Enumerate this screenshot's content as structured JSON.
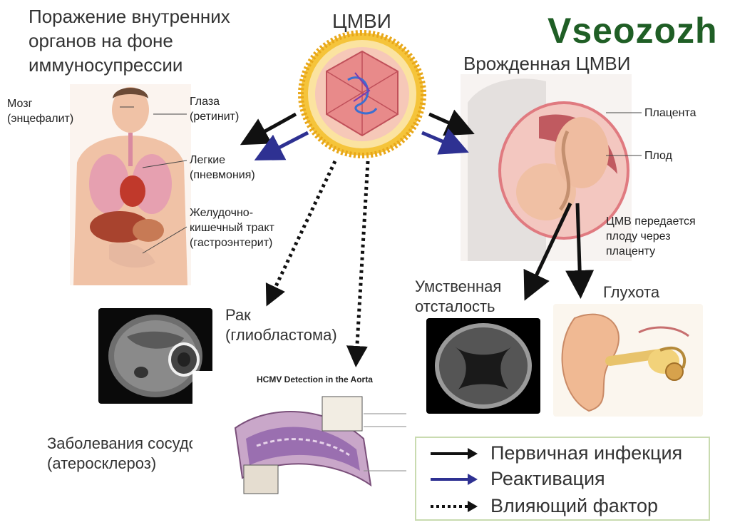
{
  "brand": "Vseozozh",
  "titles": {
    "organs": [
      "Поражение внутренних",
      "органов на фоне",
      "иммуносупрессии"
    ],
    "cmv": "ЦМВИ",
    "congenital": "Врожденная ЦМВИ"
  },
  "organ_labels": {
    "brain": [
      "Мозг",
      "(энцефалит)"
    ],
    "eyes": [
      "Глаза",
      "(ретинит)"
    ],
    "lungs": [
      "Легкие",
      "(пневмония)"
    ],
    "gi": [
      "Желудочно-",
      "кишечный тракт",
      "(гастроэнтерит)"
    ]
  },
  "fetus_labels": {
    "placenta": "Плацента",
    "fetus": "Плод",
    "transmission": [
      "ЦМВ передается",
      "плоду через",
      "плаценту"
    ]
  },
  "outcomes": {
    "mental": [
      "Умственная",
      "отсталость"
    ],
    "deafness": "Глухота",
    "cancer": [
      "Рак",
      "(глиобластома)"
    ],
    "vascular": [
      "Заболевания сосудов",
      "(атеросклероз)"
    ]
  },
  "aorta_panel": {
    "title": "HCMV Detection in the Aorta"
  },
  "legend": {
    "primary": "Первичная инфекция",
    "reactivation": "Реактивация",
    "influence": "Влияющий фактор"
  },
  "colors": {
    "primary_arrow": "#111111",
    "reactivation_arrow": "#2e3192",
    "brand": "#1f5e25",
    "legend_border": "#c9dbb0"
  }
}
